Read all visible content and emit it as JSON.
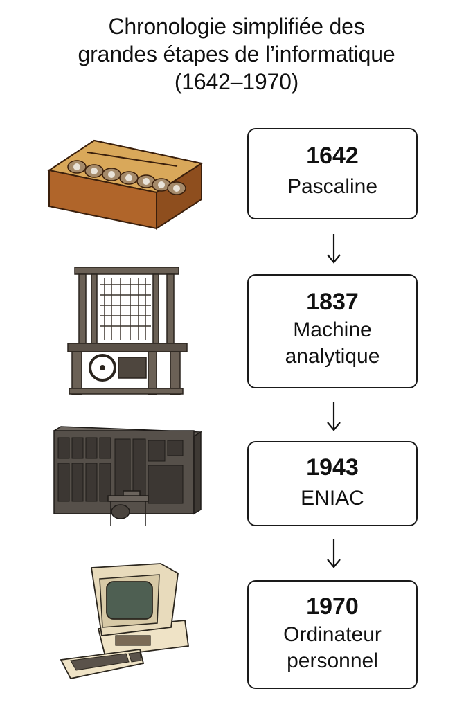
{
  "title": {
    "line1": "Chronologie simplifiée des",
    "line2": "grandes étapes de l’informatique",
    "line3": "(1642–1970)"
  },
  "events": [
    {
      "year": "1642",
      "name_lines": [
        "Pascaline"
      ],
      "illustration": "pascaline-calculator-illustration"
    },
    {
      "year": "1837",
      "name_lines": [
        "Machine",
        "analytique"
      ],
      "illustration": "analytical-engine-illustration"
    },
    {
      "year": "1943",
      "name_lines": [
        "ENIAC"
      ],
      "illustration": "eniac-computer-illustration"
    },
    {
      "year": "1970",
      "name_lines": [
        "Ordinateur",
        "personnel"
      ],
      "illustration": "personal-computer-illustration"
    }
  ],
  "connectors": [
    "down-arrow",
    "down-arrow",
    "down-arrow"
  ],
  "colors": {
    "text": "#111111",
    "box_border": "#1a1a1a",
    "wood": "#b0652a",
    "brass": "#d9a85a",
    "iron": "#5a5148",
    "cabinet": "#4a4540",
    "beige": "#efe3c6",
    "screen": "#4e5f52"
  }
}
